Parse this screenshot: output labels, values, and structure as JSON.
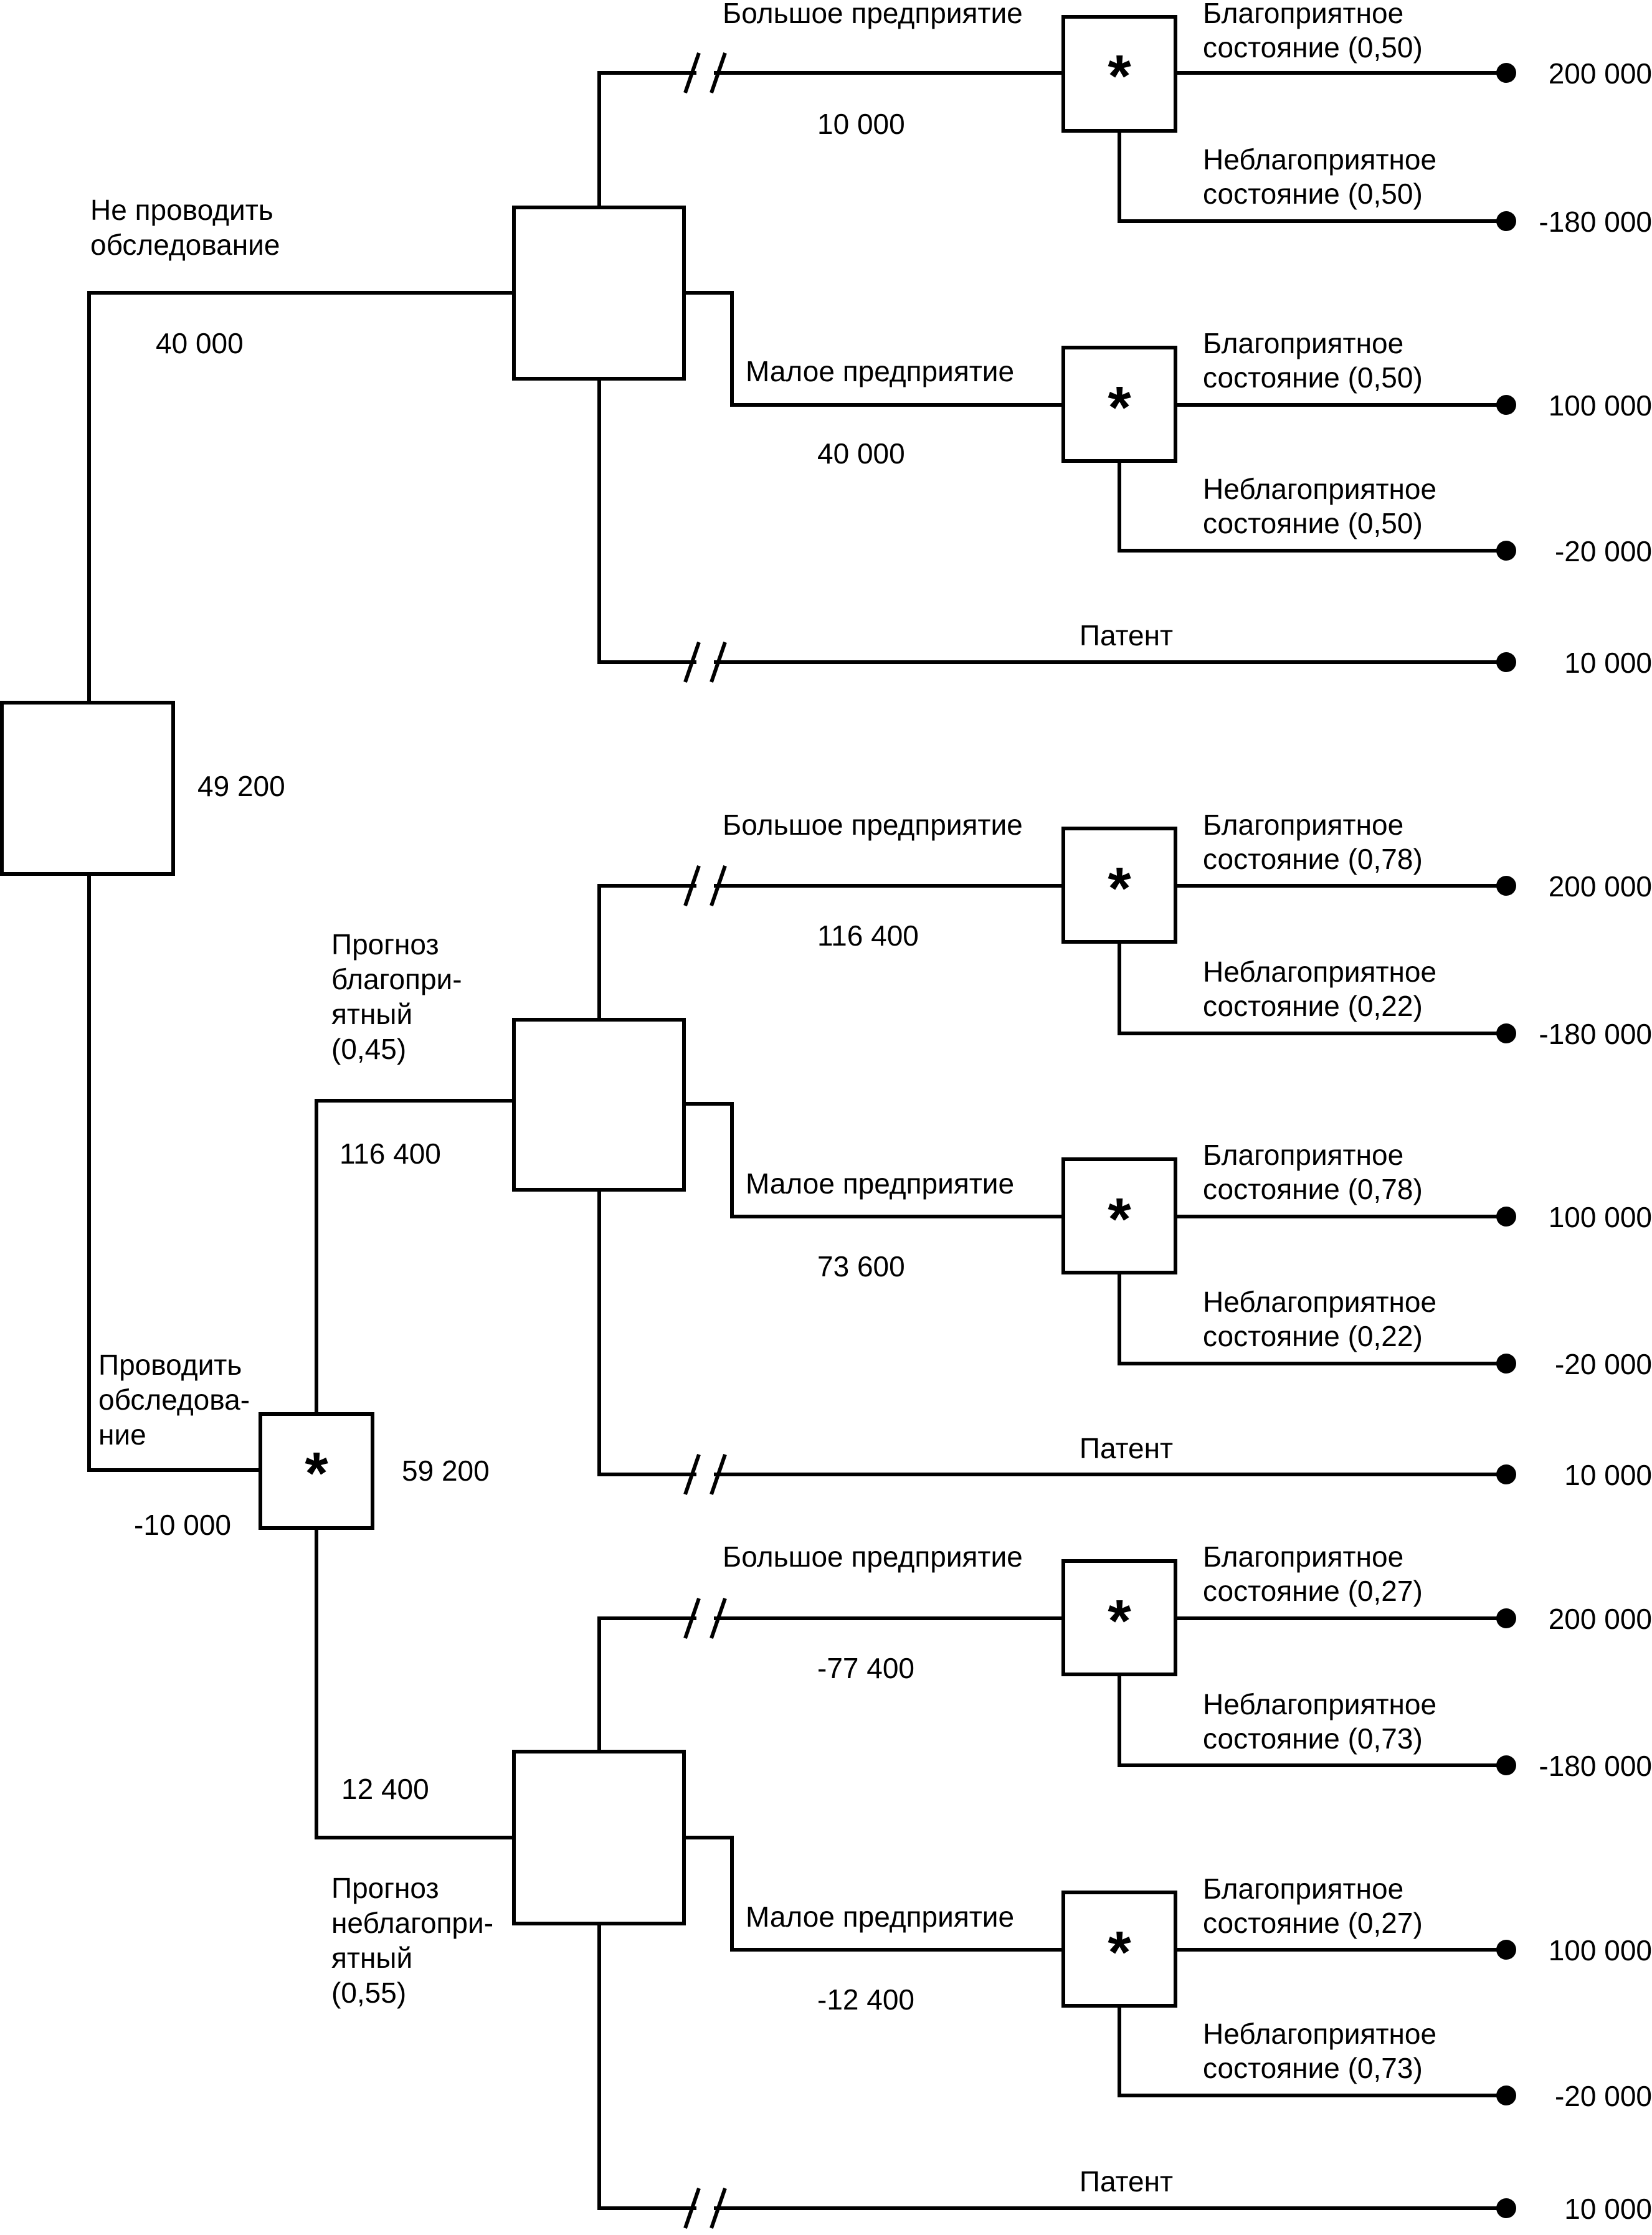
{
  "root": {
    "value": "49 200"
  },
  "no_survey": {
    "label": [
      "Не проводить",
      "обследование"
    ],
    "value": "40 000",
    "large": {
      "label": "Большое предприятие",
      "value": "10 000",
      "chance_symbol": "*",
      "fav": {
        "label": [
          "Благоприятное",
          "состояние (0,50)"
        ],
        "payoff": "200 000"
      },
      "unfav": {
        "label": [
          "Неблагоприятное",
          "состояние (0,50)"
        ],
        "payoff": "-180 000"
      }
    },
    "small": {
      "label": "Малое предприятие",
      "value": "40 000",
      "chance_symbol": "*",
      "fav": {
        "label": [
          "Благоприятное",
          "состояние (0,50)"
        ],
        "payoff": "100 000"
      },
      "unfav": {
        "label": [
          "Неблагоприятное",
          "состояние (0,50)"
        ],
        "payoff": "-20 000"
      }
    },
    "patent": {
      "label": "Патент",
      "payoff": "10 000"
    }
  },
  "survey": {
    "label": [
      "Проводить",
      "обследова-",
      "ние"
    ],
    "cost": "-10 000",
    "value": "59 200",
    "chance_symbol": "*",
    "good": {
      "label": [
        "Прогноз",
        "благопри-",
        "ятный",
        "(0,45)"
      ],
      "value": "116 400",
      "large": {
        "label": "Большое предприятие",
        "value": "116 400",
        "chance_symbol": "*",
        "fav": {
          "label": [
            "Благоприятное",
            "состояние (0,78)"
          ],
          "payoff": "200 000"
        },
        "unfav": {
          "label": [
            "Неблагоприятное",
            "состояние (0,22)"
          ],
          "payoff": "-180 000"
        }
      },
      "small": {
        "label": "Малое предприятие",
        "value": "73 600",
        "chance_symbol": "*",
        "fav": {
          "label": [
            "Благоприятное",
            "состояние (0,78)"
          ],
          "payoff": "100 000"
        },
        "unfav": {
          "label": [
            "Неблагоприятное",
            "состояние (0,22)"
          ],
          "payoff": "-20 000"
        }
      },
      "patent": {
        "label": "Патент",
        "payoff": "10 000"
      }
    },
    "bad": {
      "label": [
        "Прогноз",
        "неблагопри-",
        "ятный",
        "(0,55)"
      ],
      "value": "12 400",
      "large": {
        "label": "Большое предприятие",
        "value": "-77 400",
        "chance_symbol": "*",
        "fav": {
          "label": [
            "Благоприятное",
            "состояние (0,27)"
          ],
          "payoff": "200 000"
        },
        "unfav": {
          "label": [
            "Неблагоприятное",
            "состояние (0,73)"
          ],
          "payoff": "-180 000"
        }
      },
      "small": {
        "label": "Малое предприятие",
        "value": "-12 400",
        "chance_symbol": "*",
        "fav": {
          "label": [
            "Благоприятное",
            "состояние (0,27)"
          ],
          "payoff": "100 000"
        },
        "unfav": {
          "label": [
            "Неблагоприятное",
            "состояние (0,73)"
          ],
          "payoff": "-20 000"
        }
      },
      "patent": {
        "label": "Патент",
        "payoff": "10 000"
      }
    }
  }
}
